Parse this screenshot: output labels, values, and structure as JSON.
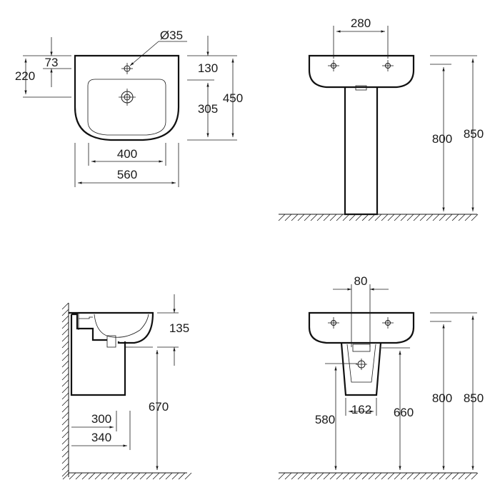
{
  "views": {
    "top": {
      "dims": {
        "hole": "Ø35",
        "d73": "73",
        "d220": "220",
        "d130": "130",
        "d305": "305",
        "d450": "450",
        "d400": "400",
        "d560": "560"
      }
    },
    "front_pedestal": {
      "dims": {
        "d280": "280",
        "d800": "800",
        "d850": "850"
      }
    },
    "side_semi": {
      "dims": {
        "d135": "135",
        "d670": "670",
        "d300": "300",
        "d340": "340"
      }
    },
    "front_semi": {
      "dims": {
        "d80": "80",
        "d162": "162",
        "d580": "580",
        "d660": "660",
        "d800": "800",
        "d850": "850"
      }
    }
  }
}
